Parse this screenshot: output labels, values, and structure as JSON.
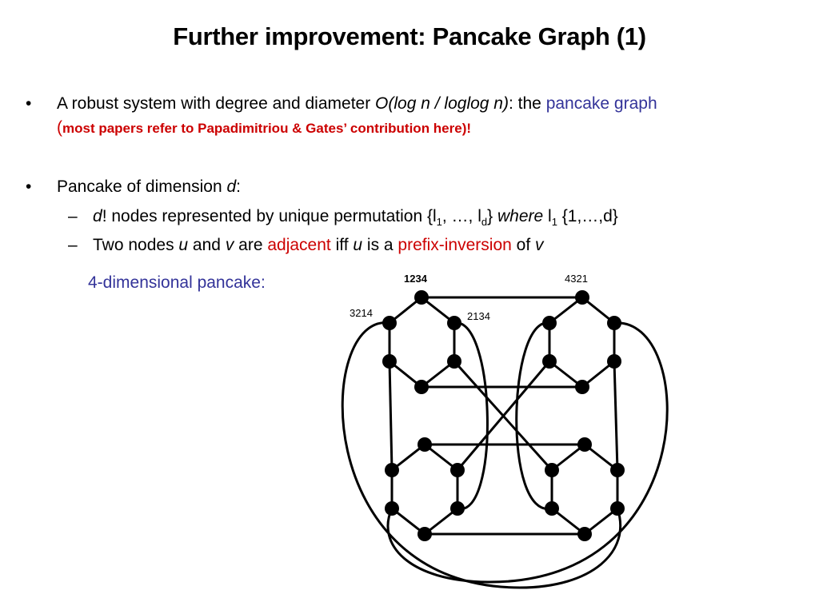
{
  "title": "Further improvement: Pancake Graph (1)",
  "bullets": [
    {
      "marker": "•",
      "line1": {
        "text_a": "A robust system with degree and diameter ",
        "text_italic": "O(log n / loglog n)",
        "text_b": ": the ",
        "text_highlight": "pancake graph"
      },
      "line2": {
        "text_open": "(",
        "text_note": "most papers refer to Papadimitriou & Gates’ contribution here)!"
      }
    },
    {
      "marker": "•",
      "text_a": "Pancake of dimension ",
      "text_italic": "d",
      "text_b": ":"
    }
  ],
  "sub_bullets": [
    {
      "marker": "–",
      "italic_d": "d",
      "text_a": "! nodes represented by unique permutation {l",
      "sub_1": "1",
      "text_b": ", …, l",
      "sub_d": "d",
      "text_c": "} ",
      "italic_where": "where",
      "text_d": " l",
      "sub_1b": "1",
      "symbol": " ",
      "text_e": " {1,…,d}"
    },
    {
      "marker": "–",
      "text_a": "Two nodes ",
      "italic_u": "u",
      "text_b": " and ",
      "italic_v": "v",
      "text_c": " are ",
      "highlight_adjacent": "adjacent",
      "text_d": " iff ",
      "italic_u2": "u",
      "text_e": " is a ",
      "highlight_prefix": "prefix-inversion",
      "text_f": " of ",
      "italic_v2": "v"
    }
  ],
  "diagram": {
    "caption": "4-dimensional pancake:",
    "node_labels": {
      "n1234": "1234",
      "n4321": "4321",
      "n3214": "3214",
      "n2134": "2134"
    }
  },
  "colors": {
    "highlight_blue": "#333399",
    "highlight_red": "#cc0000"
  }
}
